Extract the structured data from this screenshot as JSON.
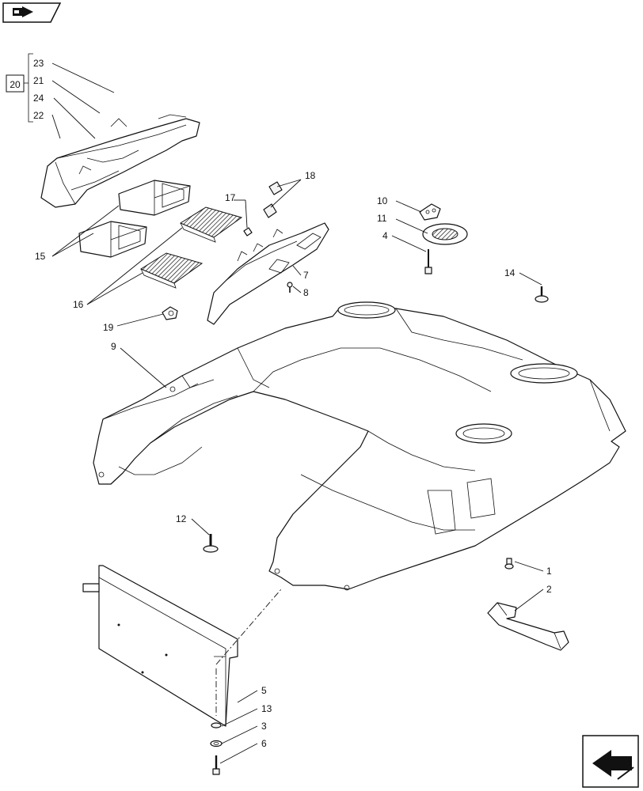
{
  "callouts": {
    "c1": "1",
    "c2": "2",
    "c3": "3",
    "c4": "4",
    "c5": "5",
    "c6": "6",
    "c7": "7",
    "c8": "8",
    "c9": "9",
    "c10": "10",
    "c11": "11",
    "c12": "12",
    "c13": "13",
    "c14": "14",
    "c15": "15",
    "c16": "16",
    "c17": "17",
    "c18": "18",
    "c19": "19",
    "c20": "20",
    "c21": "21",
    "c22": "22",
    "c23": "23",
    "c24": "24"
  },
  "icons": {
    "top_left": "book-arrow-icon",
    "bottom_right": "next-page-arrow-icon"
  }
}
